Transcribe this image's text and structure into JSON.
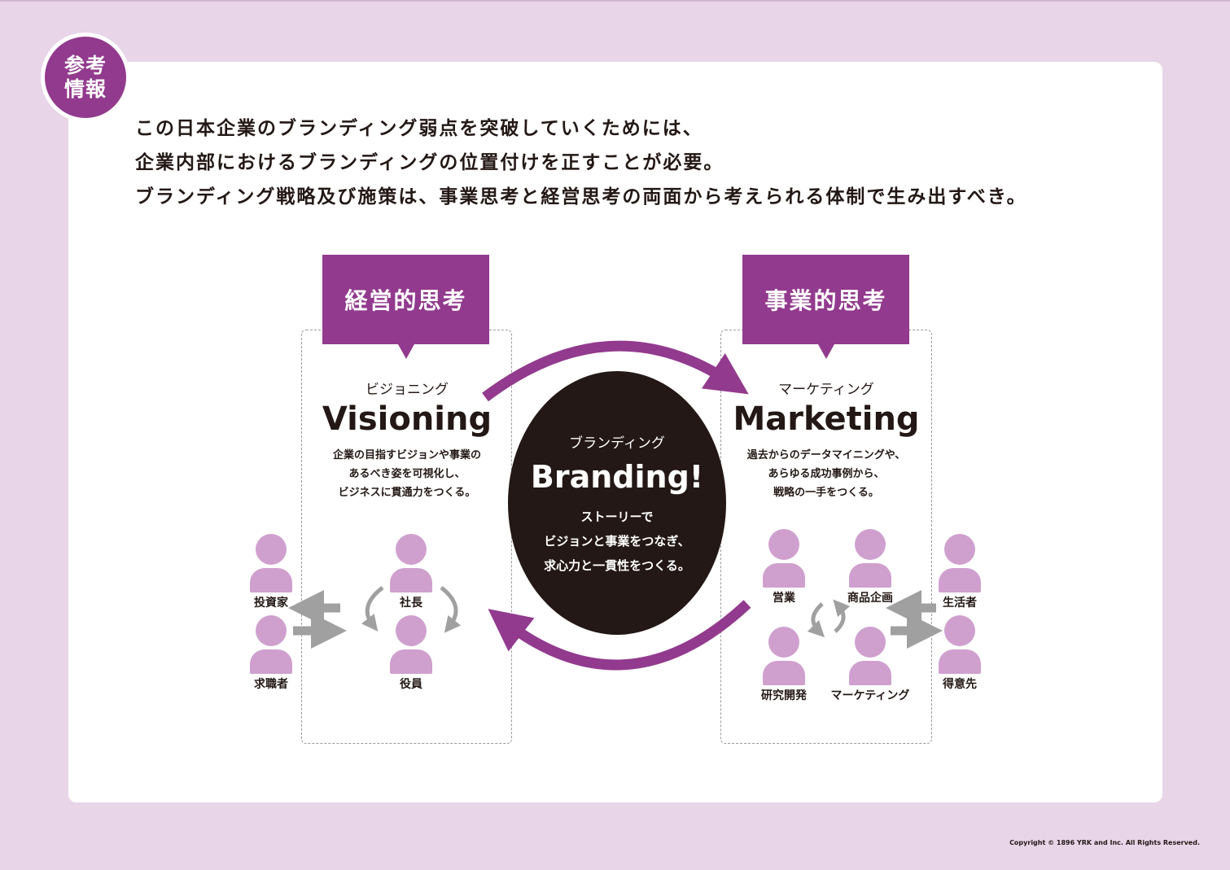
{
  "badge": "参考\n情報",
  "intro_lines": [
    "この日本企業のブランディング弱点を突破していくためには、",
    "企業内部におけるブランディングの位置付けを正すことが必要。",
    "ブランディング戦略及び施策は、事業思考と経営思考の両面から考えられる体制で生み出すべき。"
  ],
  "left": {
    "tag": "経営的思考",
    "ruby": "ビジョニング",
    "title": "Visioning",
    "desc": [
      "企業の目指すビジョンや事業の",
      "あるべき姿を可視化し、",
      "ビジネスに貫通力をつくる。"
    ],
    "people": {
      "president": "社長",
      "officer": "役員",
      "investor": "投資家",
      "job_seeker": "求職者"
    }
  },
  "center": {
    "ruby": "ブランディング",
    "title": "Branding!",
    "desc": [
      "ストーリーで",
      "ビジョンと事業をつなぎ、",
      "求心力と一貫性をつくる。"
    ]
  },
  "right": {
    "tag": "事業的思考",
    "ruby": "マーケティング",
    "title": "Marketing",
    "desc": [
      "過去からのデータマイニングや、",
      "あらゆる成功事例から、",
      "戦略の一手をつくる。"
    ],
    "people": {
      "sales": "営業",
      "planning": "商品企画",
      "rnd": "研究開発",
      "marketing": "マーケティング",
      "consumer": "生活者",
      "client": "得意先"
    }
  },
  "colors": {
    "accent": "#923a8e",
    "person": "#cfa0ce",
    "arrow_gray": "#a0a0a0",
    "dark": "#231815",
    "background": "#e8d5e8"
  },
  "copyright": "Copyright © 1896 YRK and Inc. All Rights Reserved."
}
